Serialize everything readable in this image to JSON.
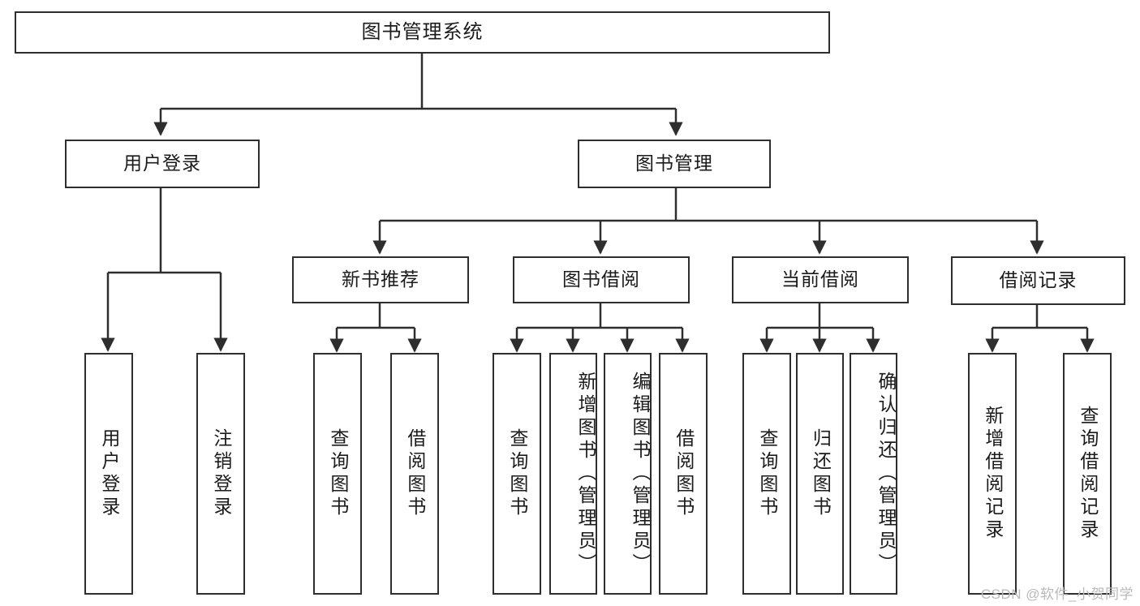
{
  "diagram": {
    "type": "tree-hierarchy-chart",
    "title": "图书管理系统",
    "stroke_color": "#2e2e2e",
    "text_color": "#1b1b1b",
    "background_color": "#ffffff",
    "root": {
      "label": "图书管理系统"
    },
    "level2": [
      {
        "label": "用户登录"
      },
      {
        "label": "图书管理"
      }
    ],
    "level3": [
      {
        "label": "新书推荐"
      },
      {
        "label": "图书借阅"
      },
      {
        "label": "当前借阅"
      },
      {
        "label": "借阅记录"
      }
    ],
    "leaves": {
      "user_login": [
        {
          "label": "用户登录"
        },
        {
          "label": "注销登录"
        }
      ],
      "new_book_recommend": [
        {
          "label": "查询图书"
        },
        {
          "label": "借阅图书"
        }
      ],
      "book_borrow": [
        {
          "label": "查询图书"
        },
        {
          "label": "新增图书（管理员）"
        },
        {
          "label": "编辑图书（管理员）"
        },
        {
          "label": "借阅图书"
        }
      ],
      "current_borrow": [
        {
          "label": "查询图书"
        },
        {
          "label": "归还图书"
        },
        {
          "label": "确认归还（管理员）"
        }
      ],
      "borrow_record": [
        {
          "label": "新增借阅记录"
        },
        {
          "label": "查询借阅记录"
        }
      ]
    }
  },
  "watermark": {
    "text": "CSDN @软件_小贺同学",
    "color": "#b9b9b9"
  }
}
